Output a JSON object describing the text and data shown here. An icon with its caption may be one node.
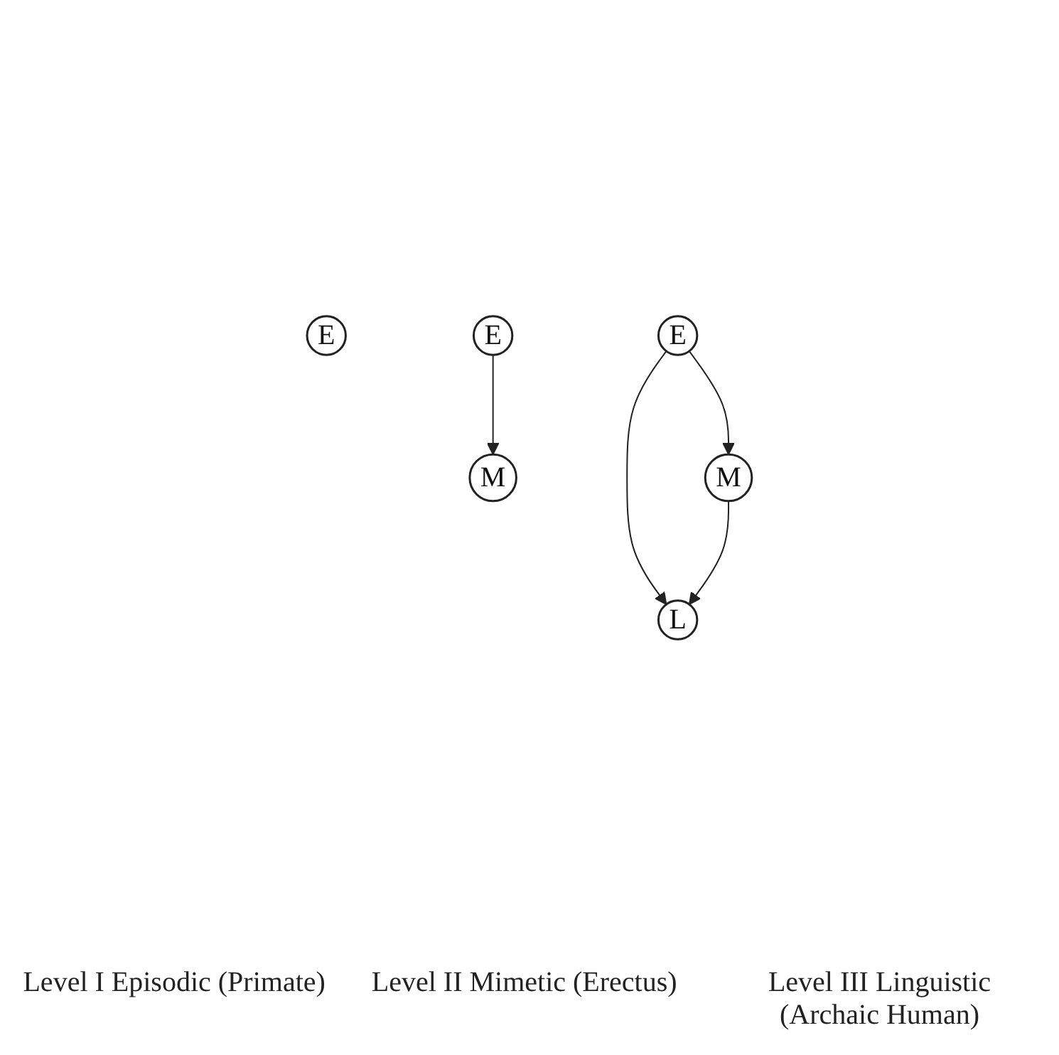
{
  "diagram": {
    "nodes": [
      {
        "text": [
          "E"
        ]
      },
      {
        "text": [
          "E"
        ]
      },
      {
        "text": [
          "M"
        ]
      },
      {
        "text": [
          "E"
        ]
      },
      {
        "text": [
          "M"
        ]
      },
      {
        "text": [
          "L"
        ]
      }
    ],
    "edges": [
      {
        "from": 1,
        "to": 2,
        "arrow": "to"
      },
      {
        "from": 3,
        "to": 4,
        "arrow": "to"
      },
      {
        "from": 3,
        "to": 5,
        "arrow": "to"
      },
      {
        "from": 4,
        "to": 5,
        "arrow": "to"
      }
    ],
    "labels": [
      "Level I Episodic (Primate)",
      "Level II Mimetic (Erectus)",
      "Level III Linguistic (Archaic Human)"
    ]
  }
}
